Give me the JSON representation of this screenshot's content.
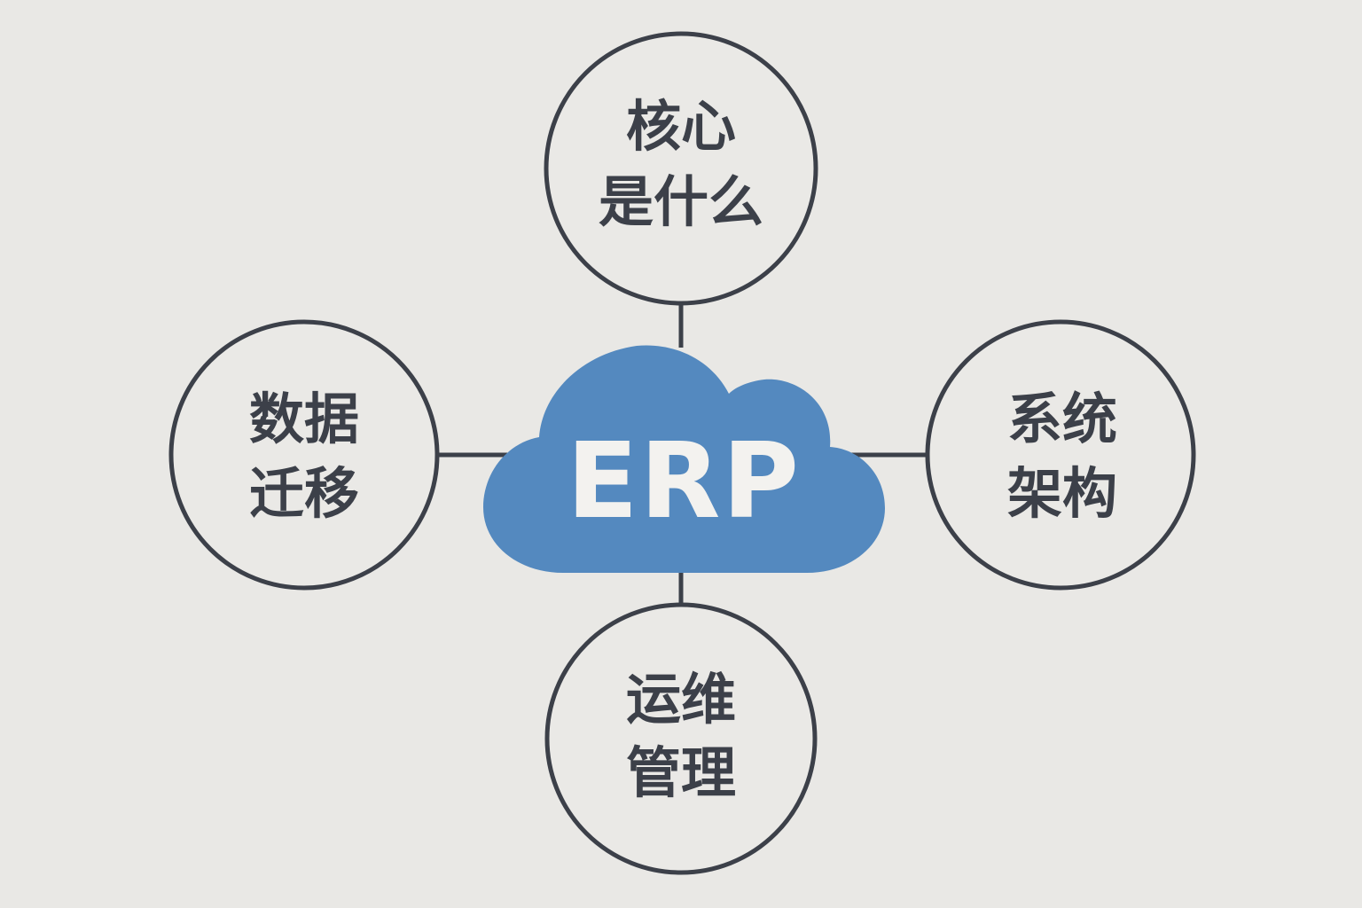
{
  "diagram": {
    "center": {
      "label": "ERP"
    },
    "nodes": {
      "top": {
        "line1": "核心",
        "line2": "是什么"
      },
      "left": {
        "line1": "数据",
        "line2": "迁移"
      },
      "right": {
        "line1": "系统",
        "line2": "架构"
      },
      "bottom": {
        "line1": "运维",
        "line2": "管理"
      }
    }
  },
  "colors": {
    "background": "#e9e8e5",
    "cloud": "#5489bf",
    "stroke": "#3c4049",
    "node_fill": "#eae9e6"
  }
}
